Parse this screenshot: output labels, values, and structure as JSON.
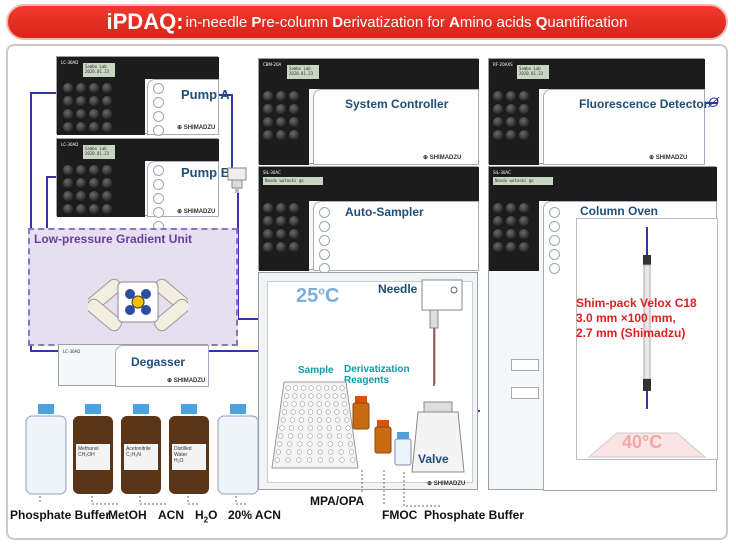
{
  "title": {
    "prefix": "iPDAQ:",
    "parts": [
      {
        "t": " in-needle ",
        "b": false
      },
      {
        "t": "P",
        "b": true
      },
      {
        "t": "re-column ",
        "b": false
      },
      {
        "t": "D",
        "b": true
      },
      {
        "t": "erivatization for ",
        "b": false
      },
      {
        "t": "A",
        "b": true
      },
      {
        "t": "mino acids ",
        "b": false
      },
      {
        "t": "Q",
        "b": true
      },
      {
        "t": "uantification",
        "b": false
      }
    ]
  },
  "modules": {
    "pump_a": {
      "label": "Pump A",
      "model": "LC-30AD",
      "lcd": "Sambo Lab\n2020.01.23"
    },
    "pump_b": {
      "label": "Pump B",
      "model": "LC-30AD",
      "lcd": "Sambo Lab\n2020.01.23"
    },
    "controller": {
      "label": "System Controller",
      "model": "CBM-20A",
      "lcd": "Sambo Lab\n2020.01.23"
    },
    "detector": {
      "label": "Fluorescence Detector",
      "model": "RF-20AXS",
      "lcd": "Sambo Lab\n2020.01.23"
    },
    "autosampler": {
      "label": "Auto-Sampler",
      "model": "SIL-30AC",
      "lcd": "Nando wataski ga"
    },
    "oven": {
      "label": "Column Oven",
      "model": "SIL-30AC",
      "lcd": "Nando wataski ga"
    },
    "degasser": {
      "label": "Degasser",
      "model": "LC-30AD"
    }
  },
  "brand": "SHIMADZU",
  "gradient_unit": "Low-pressure Gradient Unit",
  "autosampler_area": {
    "temp_number": "25",
    "temp_sup": "o",
    "temp_unit": "C",
    "needle": "Needle",
    "sample": "Sample",
    "reagents_line1": "Derivatization",
    "reagents_line2": "Reagents",
    "valve": "Valve"
  },
  "column": {
    "line1": "Shim-pack Velox C18",
    "line2": "3.0 mm ×100 mm,",
    "line3": "2.7 mm (Shimadzu)"
  },
  "oven_temp": {
    "number": "40",
    "unit": "°C"
  },
  "detector_symbol": "Ø",
  "bottles": [
    {
      "label": "Methanol",
      "formula": "CH₃OH"
    },
    {
      "label": "Acetonitrile",
      "formula": "C₂H₃N"
    },
    {
      "label": "Distilled Water",
      "formula": "H₂O"
    }
  ],
  "bottom_labels": {
    "phosphate_buffer": "Phosphate Buffer",
    "metoh": "MetOH",
    "acn": "ACN",
    "h2o_base": "H",
    "h2o_sub": "2",
    "h2o_end": "O",
    "acn20": "20% ACN",
    "mpa_opa": "MPA/OPA",
    "fmoc": "FMOC",
    "phosphate_buffer2": "Phosphate Buffer"
  },
  "colors": {
    "title_red": "#e02b20",
    "label_blue": "#1f4e79",
    "column_red": "#e02020",
    "lavender": "#e6dff0",
    "purple": "#6a3ea1",
    "sky": "#4aa3df",
    "teal": "#0a9bb0",
    "wire": "#3333aa",
    "temp_gray": "#7ab0d8",
    "oven_pink": "#f2a8a8"
  }
}
